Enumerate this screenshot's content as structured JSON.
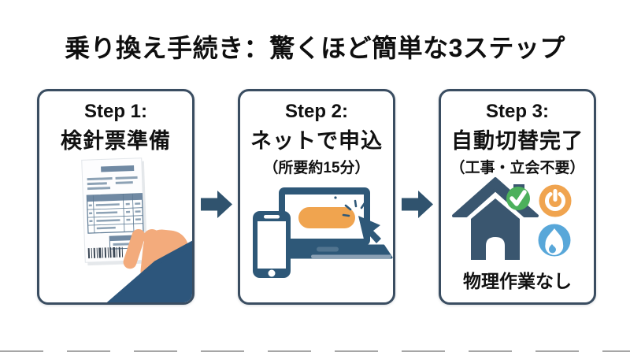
{
  "page": {
    "title": "乗り換え手続き：驚くほど簡単な3ステップ"
  },
  "steps": [
    {
      "heading": "Step 1:",
      "title": "検針票準備",
      "note": "",
      "caption": "",
      "illustration": "hand-holding-meter-reading-slip"
    },
    {
      "heading": "Step 2:",
      "title": "ネットで申込",
      "note": "（所要約15分）",
      "caption": "",
      "illustration": "smartphone-laptop-click-button"
    },
    {
      "heading": "Step 3:",
      "title": "自動切替完了",
      "note": "（工事・立会不要）",
      "caption": "物理作業なし",
      "illustration": "house-check-power-flame"
    }
  ],
  "arrows": {
    "icon": "right-arrow",
    "count": 2
  },
  "colors": {
    "background": "#ffffff",
    "text": "#0f0f0f",
    "card_border": "#3a4d61",
    "navy": "#2e5878",
    "arrow": "#30536e",
    "orange": "#f0a44f",
    "green": "#4cb05c",
    "sky_blue": "#58a7d9",
    "skin": "#f3ab7c",
    "sleeve": "#2d567c",
    "slip_line": "#8da2b5",
    "slip_header": "#7089a3"
  }
}
